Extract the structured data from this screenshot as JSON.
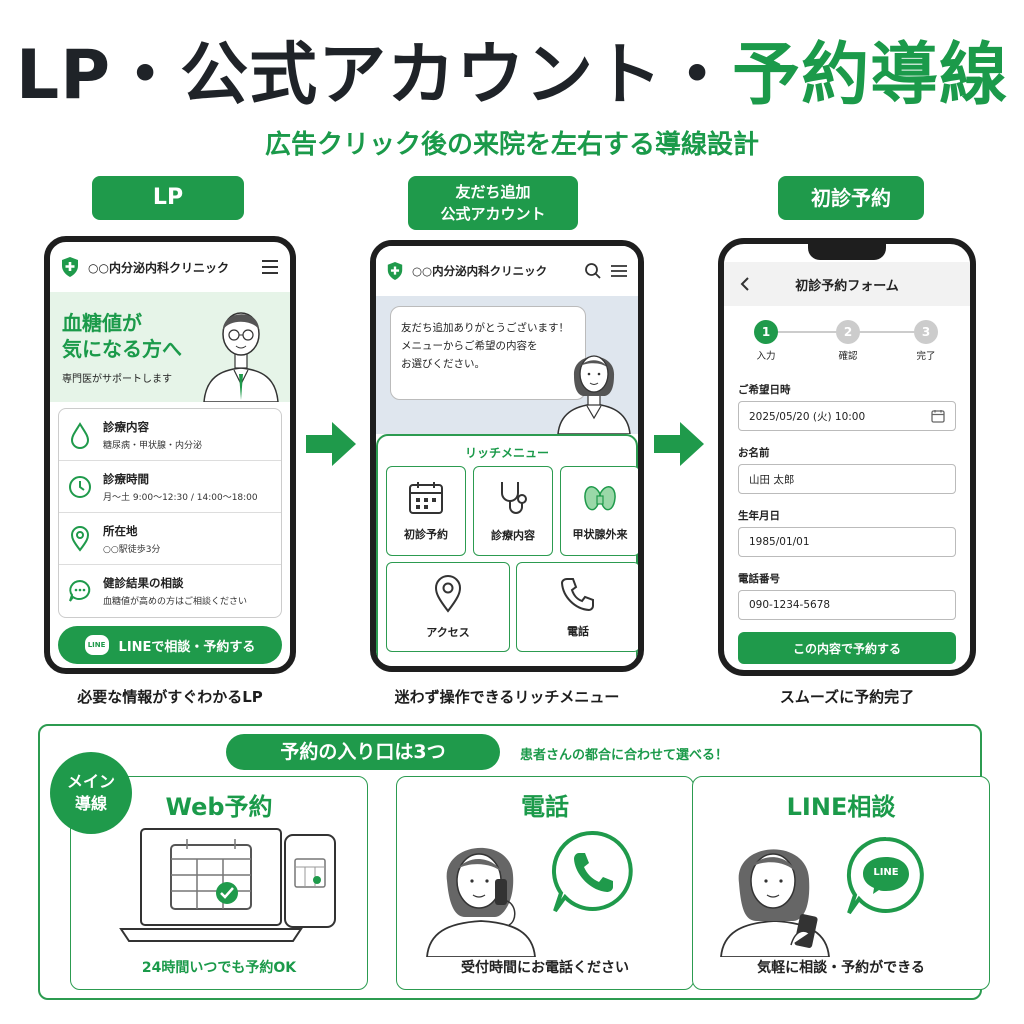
{
  "header": {
    "title_part1": "LP・公式アカウント・",
    "title_part2": "予約導線",
    "subtitle": "広告クリック後の来院を左右する導線設計"
  },
  "steps": [
    {
      "pill_line1": "LP",
      "pill_line2": "",
      "caption": "必要な情報がすぐわかるLP"
    },
    {
      "pill_line1": "友だち追加",
      "pill_line2": "公式アカウント",
      "caption": "迷わず操作できるリッチメニュー"
    },
    {
      "pill_line1": "初診予約",
      "pill_line2": "",
      "caption": "スムーズに予約完了"
    }
  ],
  "lp_phone": {
    "clinic_name": "○○内分泌内科クリニック",
    "hero_title_line1": "血糖値が",
    "hero_title_line2": "気になる方へ",
    "hero_sub": "専門医がサポートします",
    "rows": [
      {
        "title": "診療内容",
        "sub": "糖尿病・甲状腺・内分泌",
        "icon": "drop-icon"
      },
      {
        "title": "診療時間",
        "sub": "月〜土 9:00〜12:30 / 14:00〜18:00",
        "icon": "clock-icon"
      },
      {
        "title": "所在地",
        "sub": "○○駅徒歩3分",
        "icon": "map-pin-icon"
      },
      {
        "title": "健診結果の相談",
        "sub": "血糖値が高めの方はご相談ください",
        "icon": "chat-icon"
      }
    ],
    "line_badge": "LINE",
    "line_button": "LINEで相談・予約する"
  },
  "line_phone": {
    "clinic_name": "○○内分泌内科クリニック",
    "greeting_line1": "友だち追加ありがとうございます！",
    "greeting_line2": "メニューからご希望の内容を",
    "greeting_line3": "お選びください。",
    "rich_title": "リッチメニュー",
    "menu": [
      {
        "label": "初診予約",
        "icon": "calendar-icon"
      },
      {
        "label": "診療内容",
        "icon": "stethoscope-icon"
      },
      {
        "label": "甲状腺外来",
        "icon": "thyroid-icon"
      },
      {
        "label": "アクセス",
        "icon": "map-pin-icon"
      },
      {
        "label": "電話",
        "icon": "phone-icon"
      }
    ]
  },
  "form_phone": {
    "title": "初診予約フォーム",
    "steps": [
      {
        "num": "1",
        "label": "入力"
      },
      {
        "num": "2",
        "label": "確認"
      },
      {
        "num": "3",
        "label": "完了"
      }
    ],
    "fields": [
      {
        "label": "ご希望日時",
        "value": "2025/05/20 (火)  10:00"
      },
      {
        "label": "お名前",
        "value": "山田 太郎"
      },
      {
        "label": "生年月日",
        "value": "1985/01/01"
      },
      {
        "label": "電話番号",
        "value": "090-1234-5678"
      }
    ],
    "submit": "この内容で予約する"
  },
  "entry": {
    "pill": "予約の入り口は3つ",
    "note": "患者さんの都合に合わせて選べる！",
    "badge_line1": "メイン",
    "badge_line2": "導線",
    "cards": [
      {
        "title": "Web予約",
        "foot": "24時間いつでも予約OK"
      },
      {
        "title": "電話",
        "foot": "受付時間にお電話ください"
      },
      {
        "title": "LINE相談",
        "foot": "気軽に相談・予約ができる",
        "badge": "LINE"
      }
    ]
  },
  "colors": {
    "accent": "#1f9a4b",
    "light": "#e6f4e8",
    "dark": "#1f2328"
  }
}
